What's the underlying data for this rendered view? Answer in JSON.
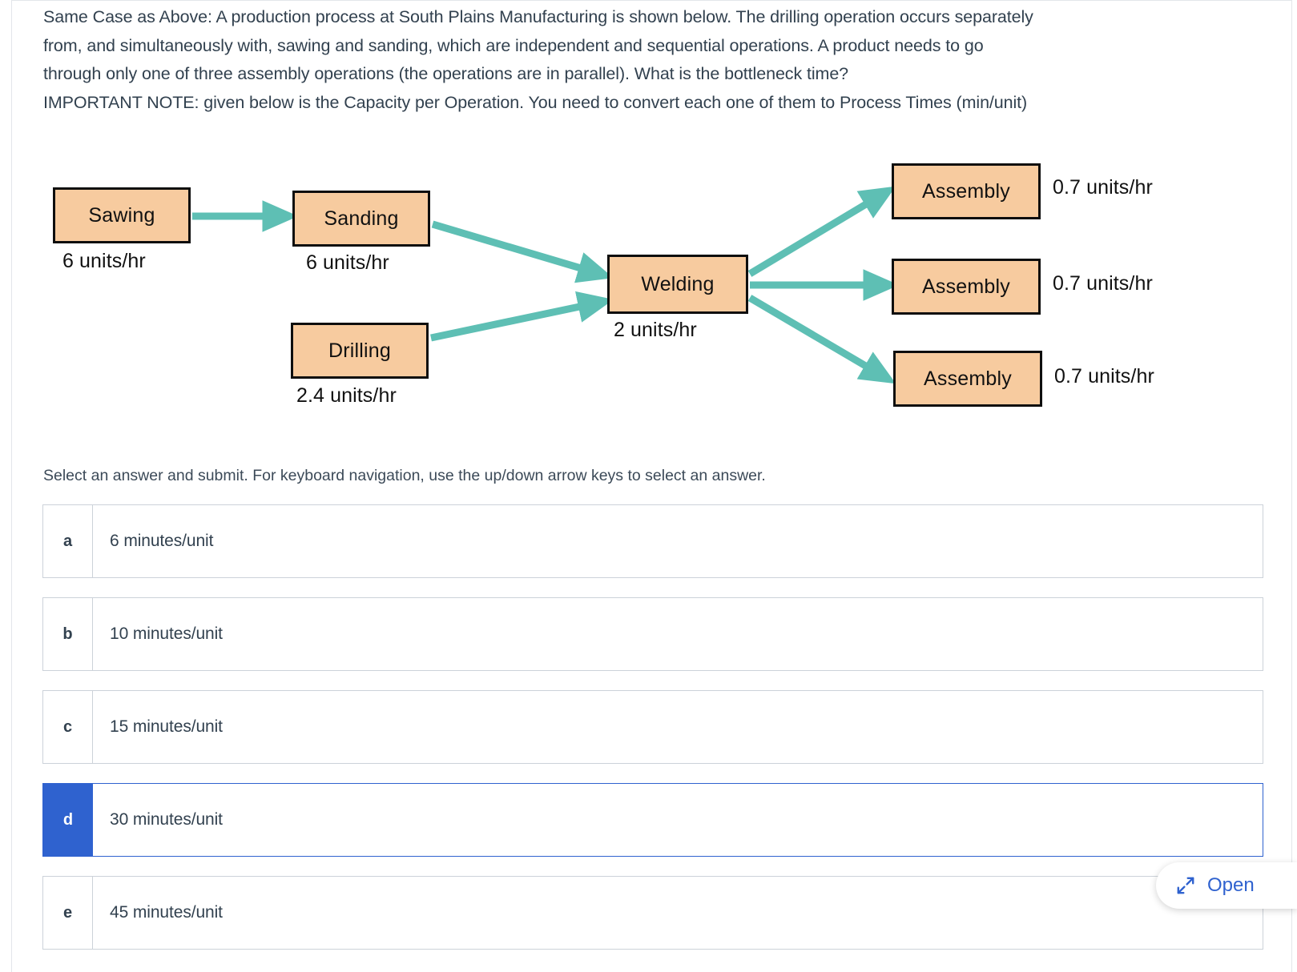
{
  "prompt": {
    "line1": "Same Case as Above: A production process at South Plains Manufacturing is shown below. The drilling operation occurs separately",
    "line2": "from, and simultaneously with, sawing and sanding, which are independent and sequential operations. A product needs to go",
    "line3": "through only one of three assembly operations (the operations are in parallel). What is the bottleneck time?",
    "line4": "IMPORTANT NOTE: given below is the Capacity per Operation. You need to convert each one of them to Process Times (min/unit)"
  },
  "diagram": {
    "nodes": [
      {
        "id": "sawing",
        "label": "Sawing",
        "rate": "6 units/hr"
      },
      {
        "id": "sanding",
        "label": "Sanding",
        "rate": "6 units/hr"
      },
      {
        "id": "drilling",
        "label": "Drilling",
        "rate": "2.4 units/hr"
      },
      {
        "id": "welding",
        "label": "Welding",
        "rate": "2 units/hr"
      },
      {
        "id": "assembly1",
        "label": "Assembly",
        "rate": "0.7 units/hr"
      },
      {
        "id": "assembly2",
        "label": "Assembly",
        "rate": "0.7 units/hr"
      },
      {
        "id": "assembly3",
        "label": "Assembly",
        "rate": "0.7 units/hr"
      }
    ],
    "colors": {
      "node_fill": "#f7cb9f",
      "node_border": "#0e0e0e",
      "arrow": "#5ebfb4"
    }
  },
  "instructions": {
    "text": "Select an answer and submit. For keyboard navigation, use the up/down arrow keys to select an answer."
  },
  "options": [
    {
      "letter": "a",
      "text": "6 minutes/unit",
      "selected": false
    },
    {
      "letter": "b",
      "text": "10 minutes/unit",
      "selected": false
    },
    {
      "letter": "c",
      "text": "15 minutes/unit",
      "selected": false
    },
    {
      "letter": "d",
      "text": "30 minutes/unit",
      "selected": true
    },
    {
      "letter": "e",
      "text": "45 minutes/unit",
      "selected": false
    }
  ],
  "open_button": {
    "label": "Open",
    "icon": "expand-diagonal-icon",
    "accent": "#2f62cf"
  }
}
